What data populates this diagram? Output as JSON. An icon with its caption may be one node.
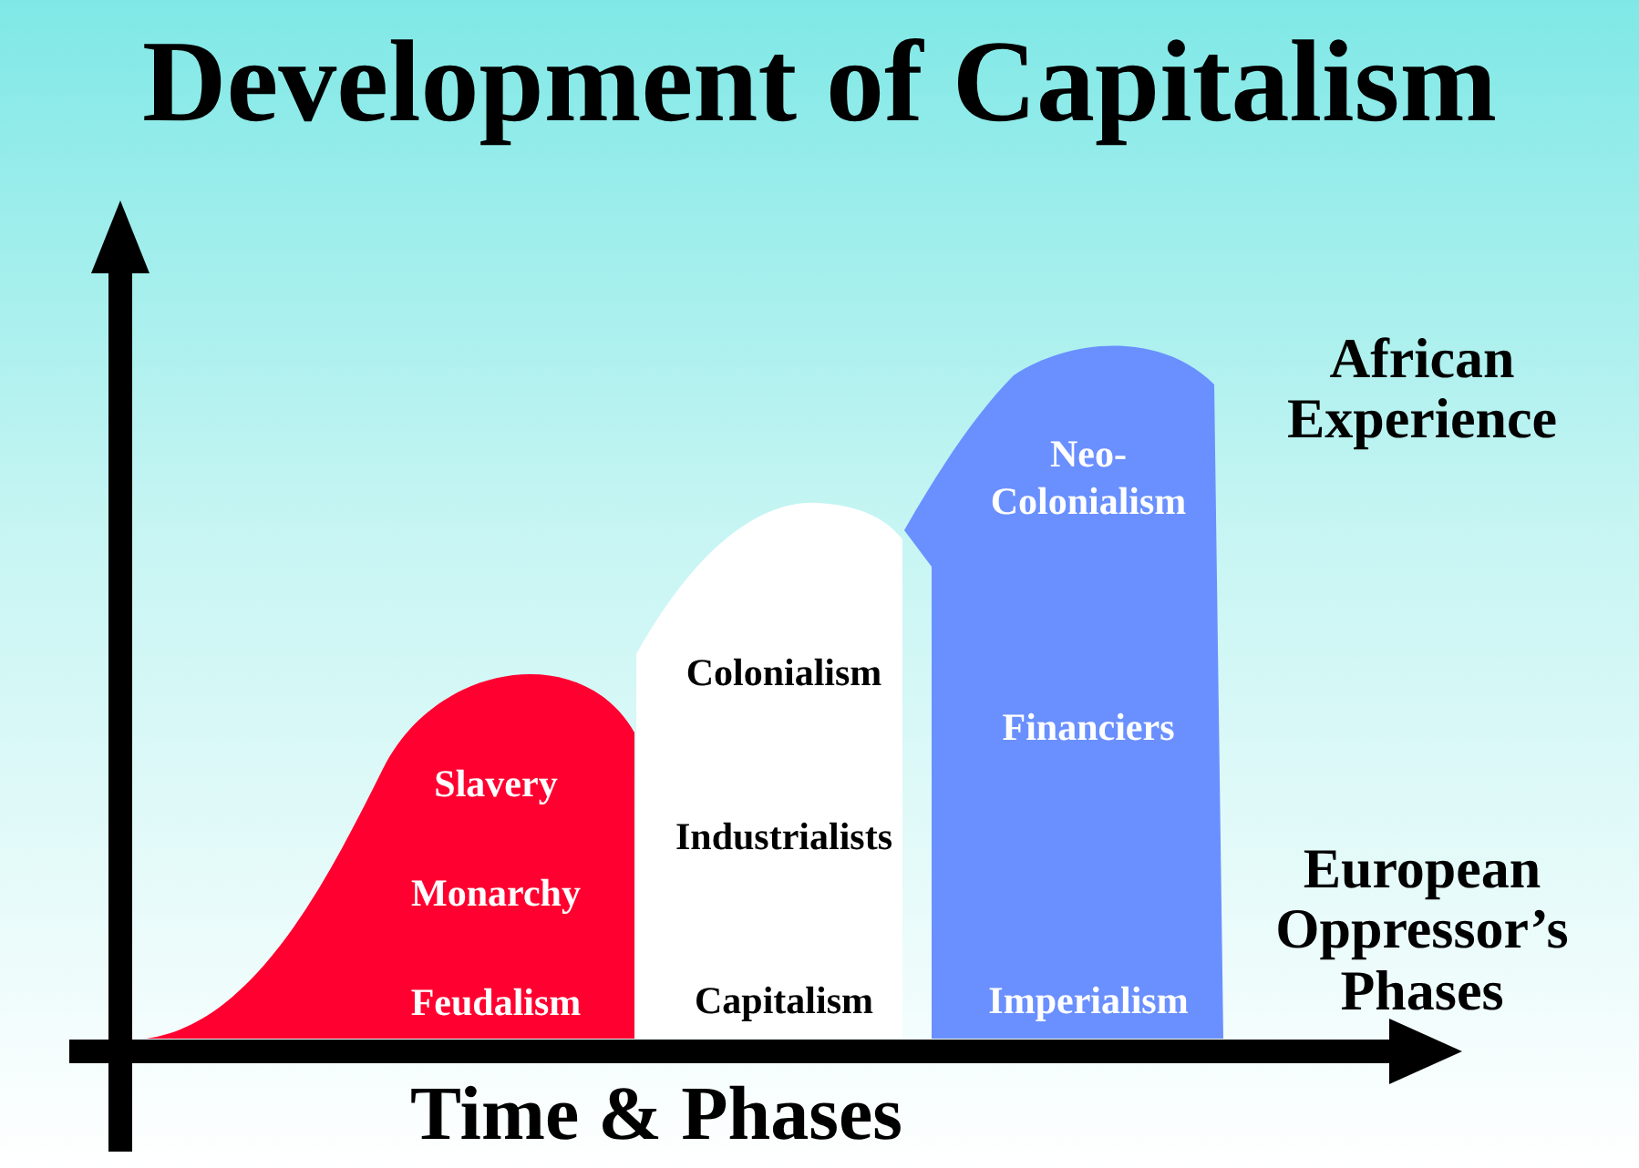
{
  "diagram": {
    "title": "Development of Capitalism",
    "nodes": [
      {
        "text": [
          "Slavery",
          "Monarchy",
          "Feudalism"
        ]
      },
      {
        "text": [
          "Colonialism",
          "Industrialists",
          "Capitalism"
        ]
      },
      {
        "text": [
          "Neo-Colonialism",
          "Financiers",
          "Imperialism"
        ]
      }
    ],
    "labels": [
      "African Experience",
      "European Oppressor’s Phases",
      "Time & Phases"
    ]
  }
}
